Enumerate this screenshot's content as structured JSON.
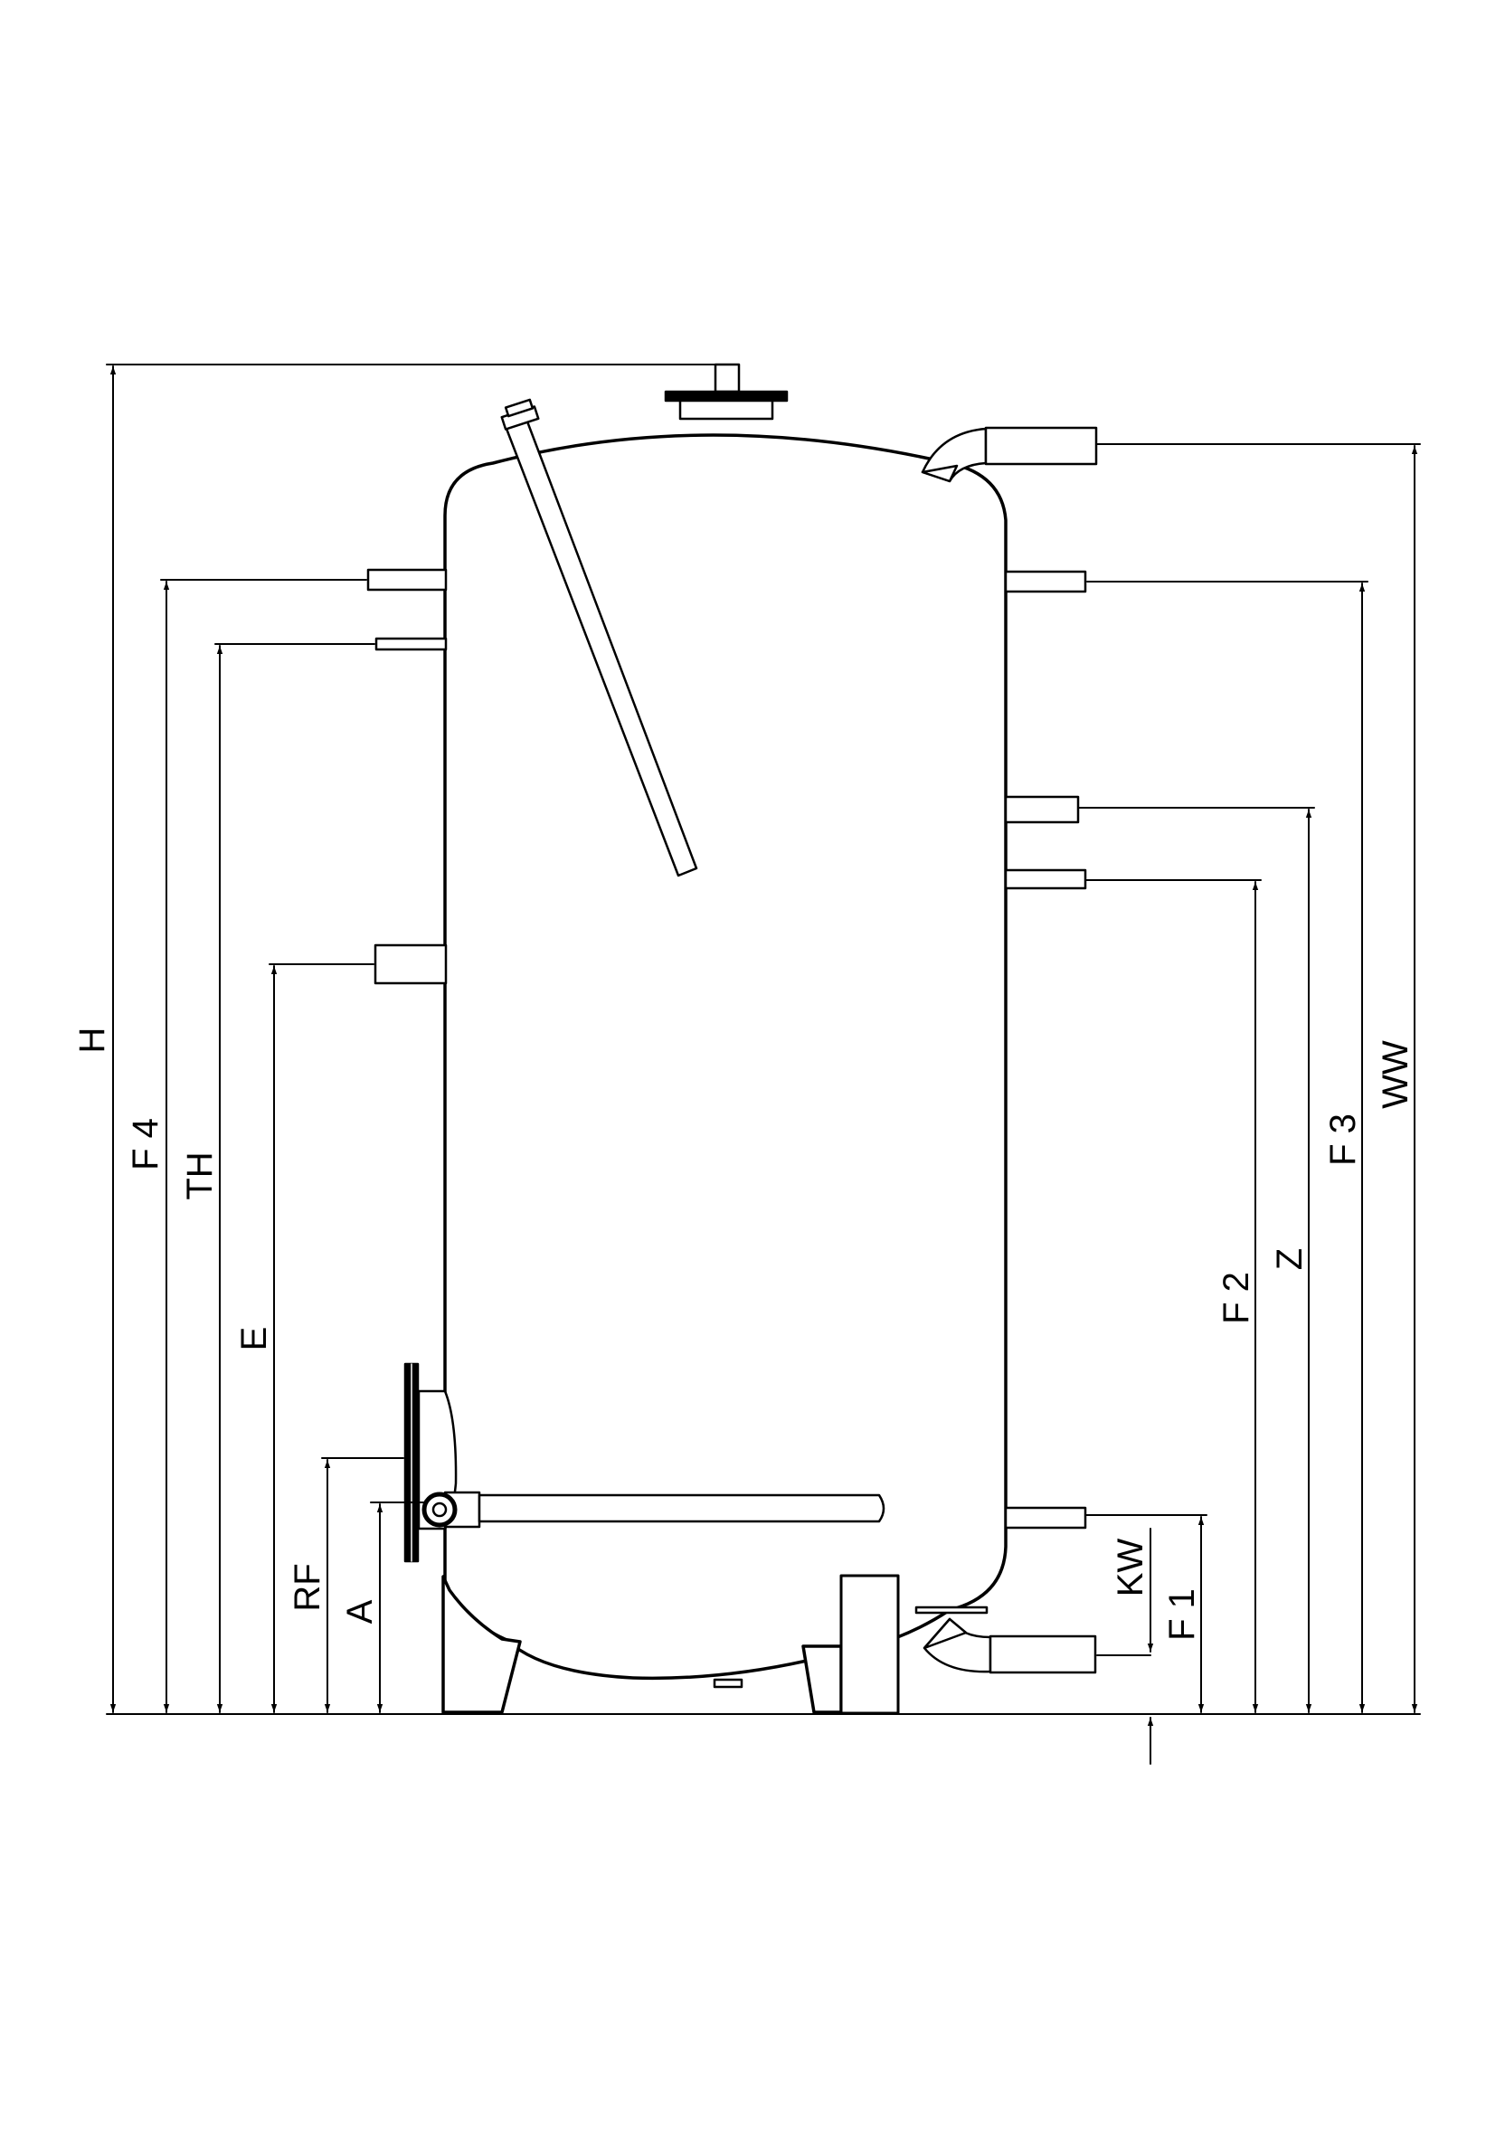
{
  "labels": {
    "h": "H",
    "f4": "F 4",
    "th": "TH",
    "e": "E",
    "rf": "RF",
    "a": "A",
    "kw": "KW",
    "f1": "F 1",
    "f2": "F 2",
    "z": "Z",
    "f3": "F 3",
    "ww": "WW"
  },
  "colors": {
    "line": "#000000",
    "background": "#ffffff"
  }
}
